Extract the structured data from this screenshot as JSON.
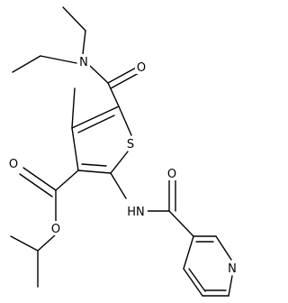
{
  "molecule": {
    "atoms": {
      "n_amide": "N",
      "o_amide": "O",
      "s_ring": "S",
      "o_ester_carbonyl": "O",
      "o_ester": "O",
      "nh_amide": "HN",
      "o_nicotinoyl": "O",
      "n_pyridine": "N"
    }
  }
}
